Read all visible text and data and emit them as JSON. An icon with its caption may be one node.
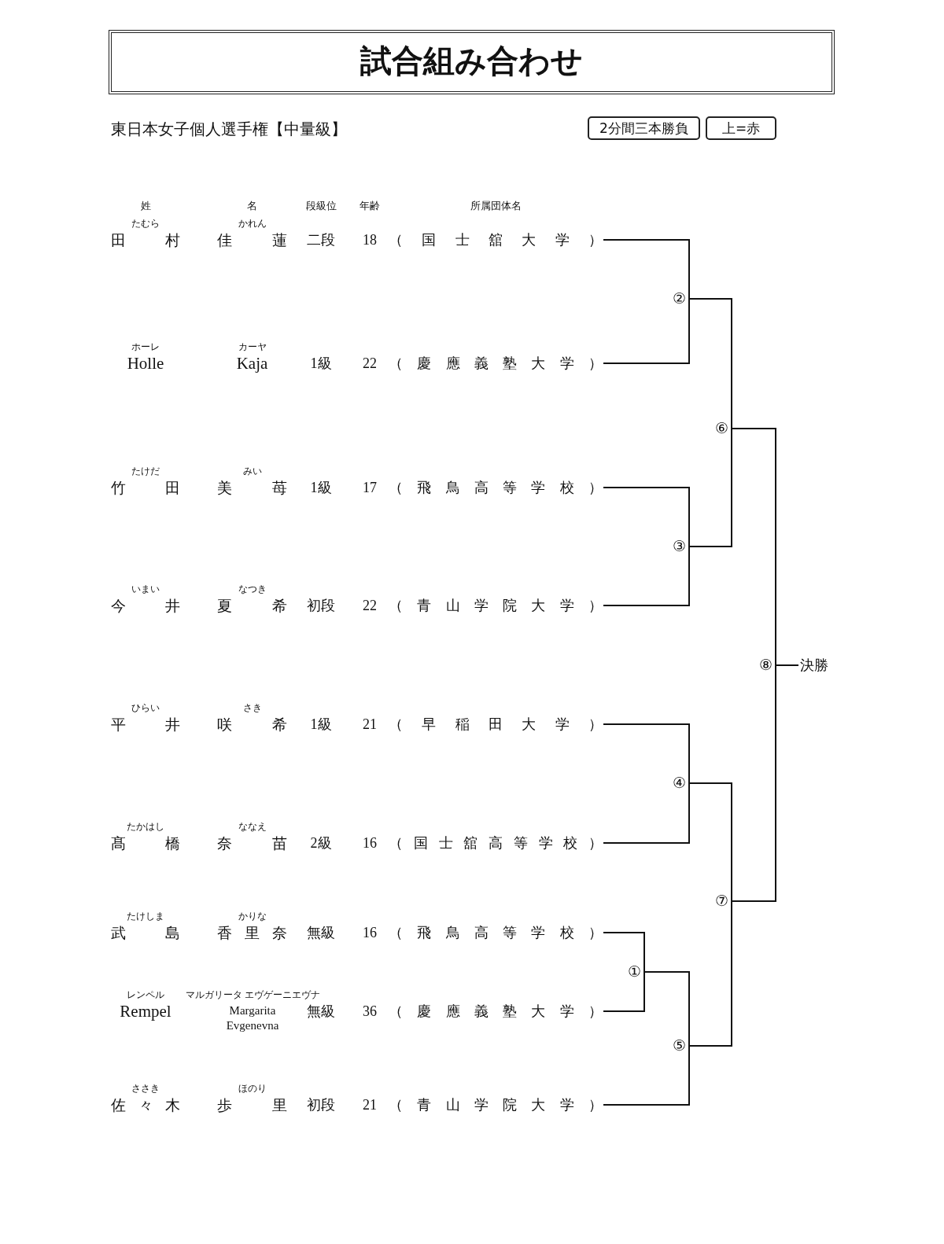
{
  "diagram": {
    "title": "試合組み合わせ",
    "nodes": [
      {
        "text": [
          "2分間三本勝負"
        ]
      },
      {
        "text": [
          "上=赤"
        ]
      },
      {
        "text": [
          "たむら",
          "田村",
          "かれん",
          "佳蓮",
          "二段",
          "18",
          "（国士舘大学）"
        ]
      },
      {
        "text": [
          "ホーレ",
          "Holle",
          "カーヤ",
          "Kaja",
          "1級",
          "22",
          "（慶應義塾大学）"
        ]
      },
      {
        "text": [
          "たけだ",
          "竹田",
          "みい",
          "美苺",
          "1級",
          "17",
          "（飛鳥高等学校）"
        ]
      },
      {
        "text": [
          "いまい",
          "今井",
          "なつき",
          "夏希",
          "初段",
          "22",
          "（青山学院大学）"
        ]
      },
      {
        "text": [
          "ひらい",
          "平井",
          "さき",
          "咲希",
          "1級",
          "21",
          "（早稲田大学）"
        ]
      },
      {
        "text": [
          "たかはし",
          "髙橋",
          "ななえ",
          "奈苗",
          "2級",
          "16",
          "（国士舘高等学校）"
        ]
      },
      {
        "text": [
          "たけしま",
          "武島",
          "かりな",
          "香里奈",
          "無級",
          "16",
          "（飛鳥高等学校）"
        ]
      },
      {
        "text": [
          "レンペル",
          "Rempel",
          "マルガリータ エヴゲーニエヴナ",
          "Margarita Evgenevna",
          "無級",
          "36",
          "（慶應義塾大学）"
        ]
      },
      {
        "text": [
          "ささき",
          "佐々木",
          "ほのり",
          "歩里",
          "初段",
          "21",
          "（青山学院大学）"
        ]
      },
      {
        "text": [
          "①"
        ]
      },
      {
        "text": [
          "②"
        ]
      },
      {
        "text": [
          "③"
        ]
      },
      {
        "text": [
          "④"
        ]
      },
      {
        "text": [
          "⑤"
        ]
      },
      {
        "text": [
          "⑥"
        ]
      },
      {
        "text": [
          "⑦"
        ]
      },
      {
        "text": [
          "⑧"
        ]
      },
      {
        "text": [
          "決勝"
        ]
      }
    ],
    "edges": [
      {
        "from": 2,
        "to": 12,
        "arrow": "none"
      },
      {
        "from": 3,
        "to": 12,
        "arrow": "none"
      },
      {
        "from": 4,
        "to": 13,
        "arrow": "none"
      },
      {
        "from": 5,
        "to": 13,
        "arrow": "none"
      },
      {
        "from": 6,
        "to": 14,
        "arrow": "none"
      },
      {
        "from": 7,
        "to": 14,
        "arrow": "none"
      },
      {
        "from": 8,
        "to": 11,
        "arrow": "none"
      },
      {
        "from": 9,
        "to": 11,
        "arrow": "none"
      },
      {
        "from": 11,
        "to": 15,
        "arrow": "none"
      },
      {
        "from": 10,
        "to": 15,
        "arrow": "none"
      },
      {
        "from": 12,
        "to": 16,
        "arrow": "none"
      },
      {
        "from": 13,
        "to": 16,
        "arrow": "none"
      },
      {
        "from": 14,
        "to": 17,
        "arrow": "none"
      },
      {
        "from": 15,
        "to": 17,
        "arrow": "none"
      },
      {
        "from": 16,
        "to": 18,
        "arrow": "none"
      },
      {
        "from": 17,
        "to": 18,
        "arrow": "none"
      },
      {
        "from": 18,
        "to": 19,
        "arrow": "none"
      }
    ],
    "labels": [
      "東日本女子個人選手権【中量級】",
      "姓",
      "名",
      "段級位",
      "年齢",
      "所属団体名"
    ]
  }
}
